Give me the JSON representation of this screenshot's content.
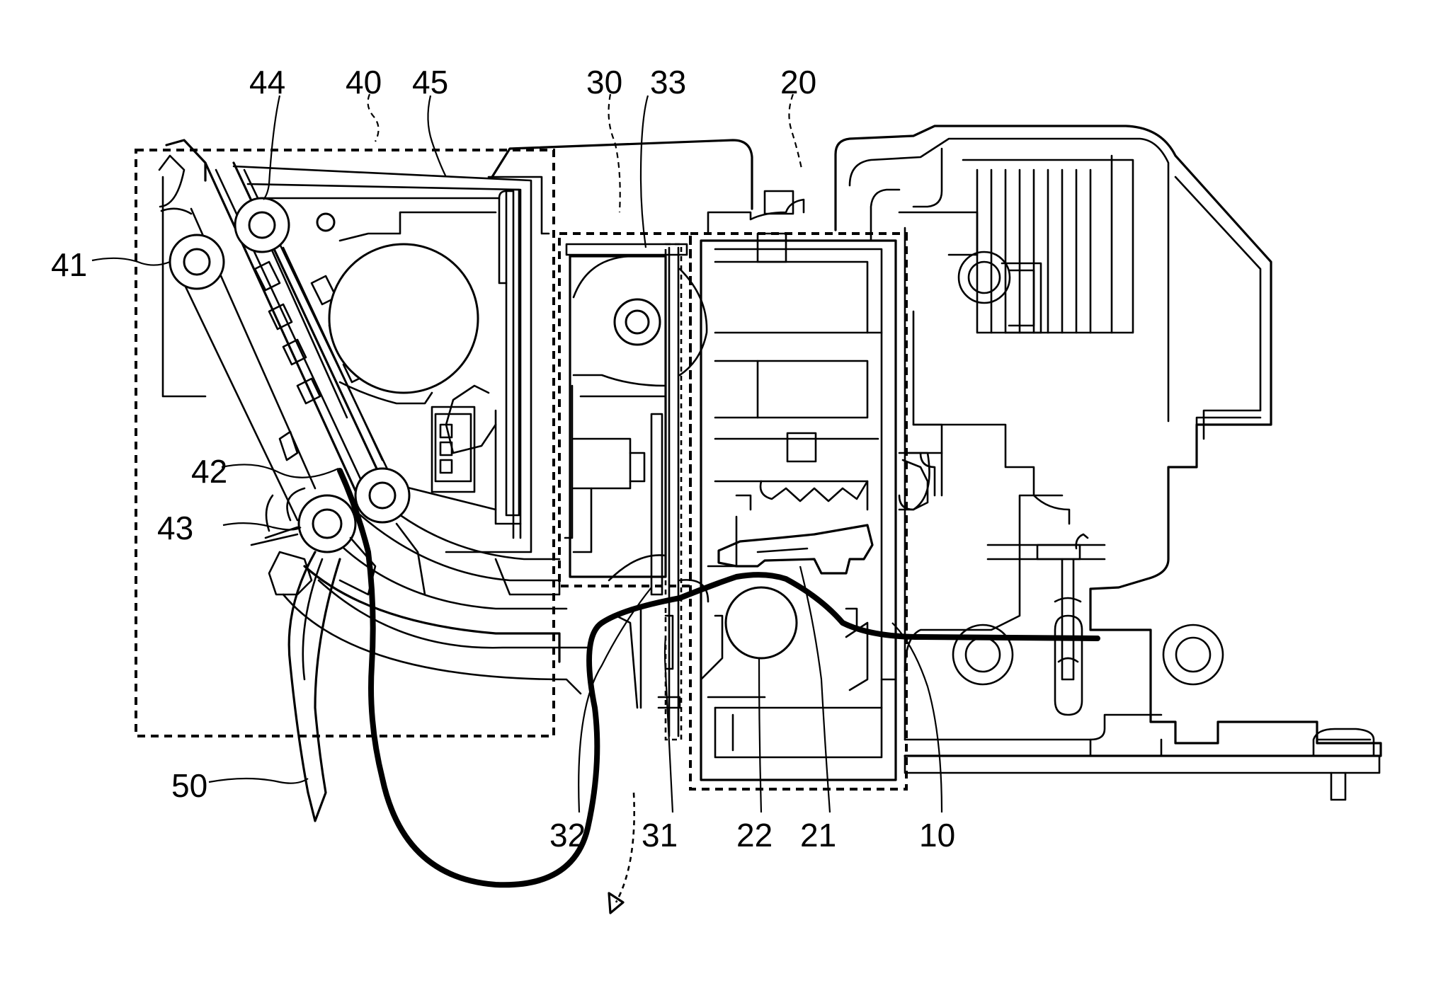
{
  "labels": {
    "l10": "10",
    "l20": "20",
    "l21": "21",
    "l22": "22",
    "l30": "30",
    "l31": "31",
    "l32": "32",
    "l33": "33",
    "l40": "40",
    "l41": "41",
    "l42": "42",
    "l43": "43",
    "l44": "44",
    "l45": "45",
    "l50": "50"
  }
}
